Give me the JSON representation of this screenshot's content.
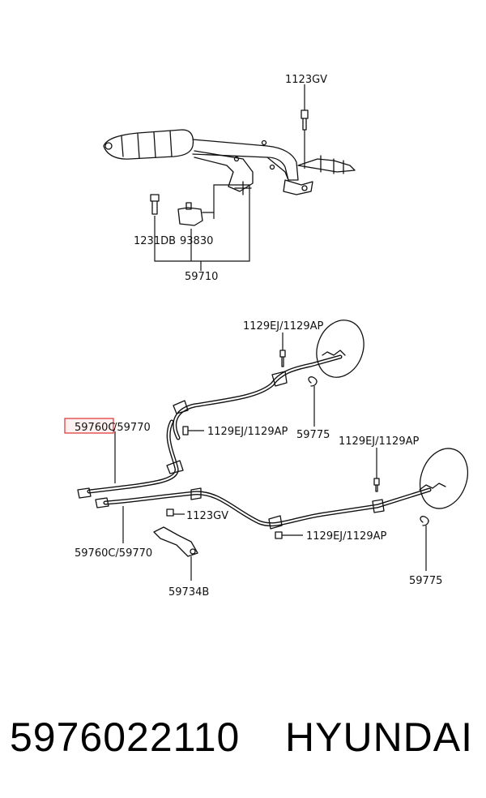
{
  "labels": {
    "bolt_top": "1123GV",
    "bolt_lever": "1231DB",
    "switch": "93830",
    "lever_assy": "59710",
    "clip_front": "1129EJ/1129AP",
    "clip_mid": "1129EJ/1129AP",
    "clip_right": "1129EJ/1129AP",
    "clip_bottom": "1129EJ/1129AP",
    "highlight_part_a": "59760C",
    "highlight_part_b": "/59770",
    "spring_upper": "59775",
    "spring_lower": "59775",
    "bolt_bracket": "1123GV",
    "cable_lower": "59760C/59770",
    "bracket": "59734B"
  },
  "footer": {
    "part_number": "5976022110",
    "brand": "HYUNDAI"
  },
  "colors": {
    "highlight": "#e03030",
    "highlight_fill": "#f6d3d3"
  }
}
